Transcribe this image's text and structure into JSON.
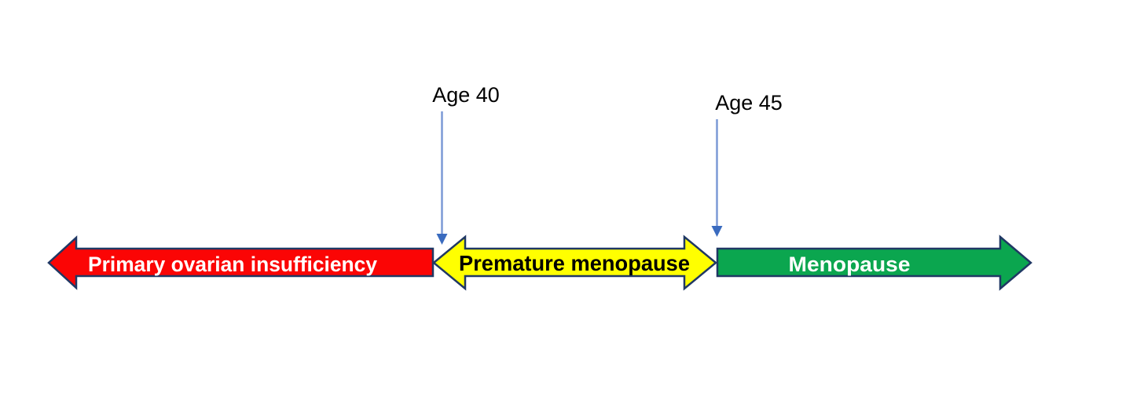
{
  "diagram": {
    "segments": [
      {
        "label": "Primary ovarian insufficiency",
        "fill": "#FB0505",
        "text_color": "#FFFFFF",
        "direction": "left"
      },
      {
        "label": "Premature menopause",
        "fill": "#FFFF00",
        "text_color": "#000000",
        "direction": "both"
      },
      {
        "label": "Menopause",
        "fill": "#0BA64F",
        "text_color": "#FFFFFF",
        "direction": "right"
      }
    ],
    "markers": [
      {
        "label": "Age 40"
      },
      {
        "label": "Age 45"
      }
    ],
    "colors": {
      "outline": "#203864",
      "marker_line": "#7C9AD6",
      "marker_head": "#3A6BBF",
      "age_text": "#000000",
      "background": "#FFFFFF"
    }
  }
}
